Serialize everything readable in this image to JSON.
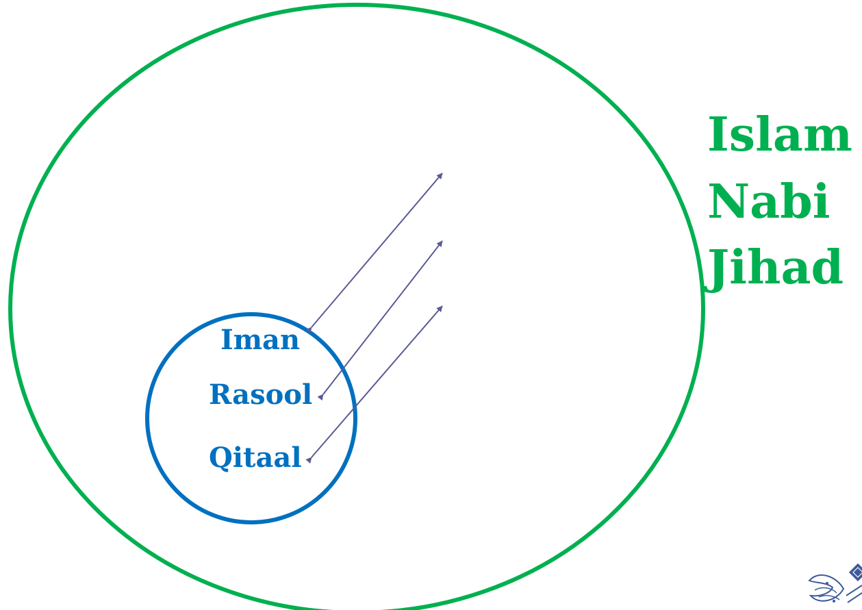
{
  "colors": {
    "outer": "#00b050",
    "inner": "#0070c0",
    "arrow": "#5a5a96",
    "logo": "#3d5a9a"
  },
  "outer_labels": [
    "Islam",
    "Nabi",
    "Jihad"
  ],
  "inner_labels": [
    "Iman",
    "Rasool",
    "Qitaal"
  ],
  "logo": {
    "icon": "calligraphy-logo-icon"
  }
}
